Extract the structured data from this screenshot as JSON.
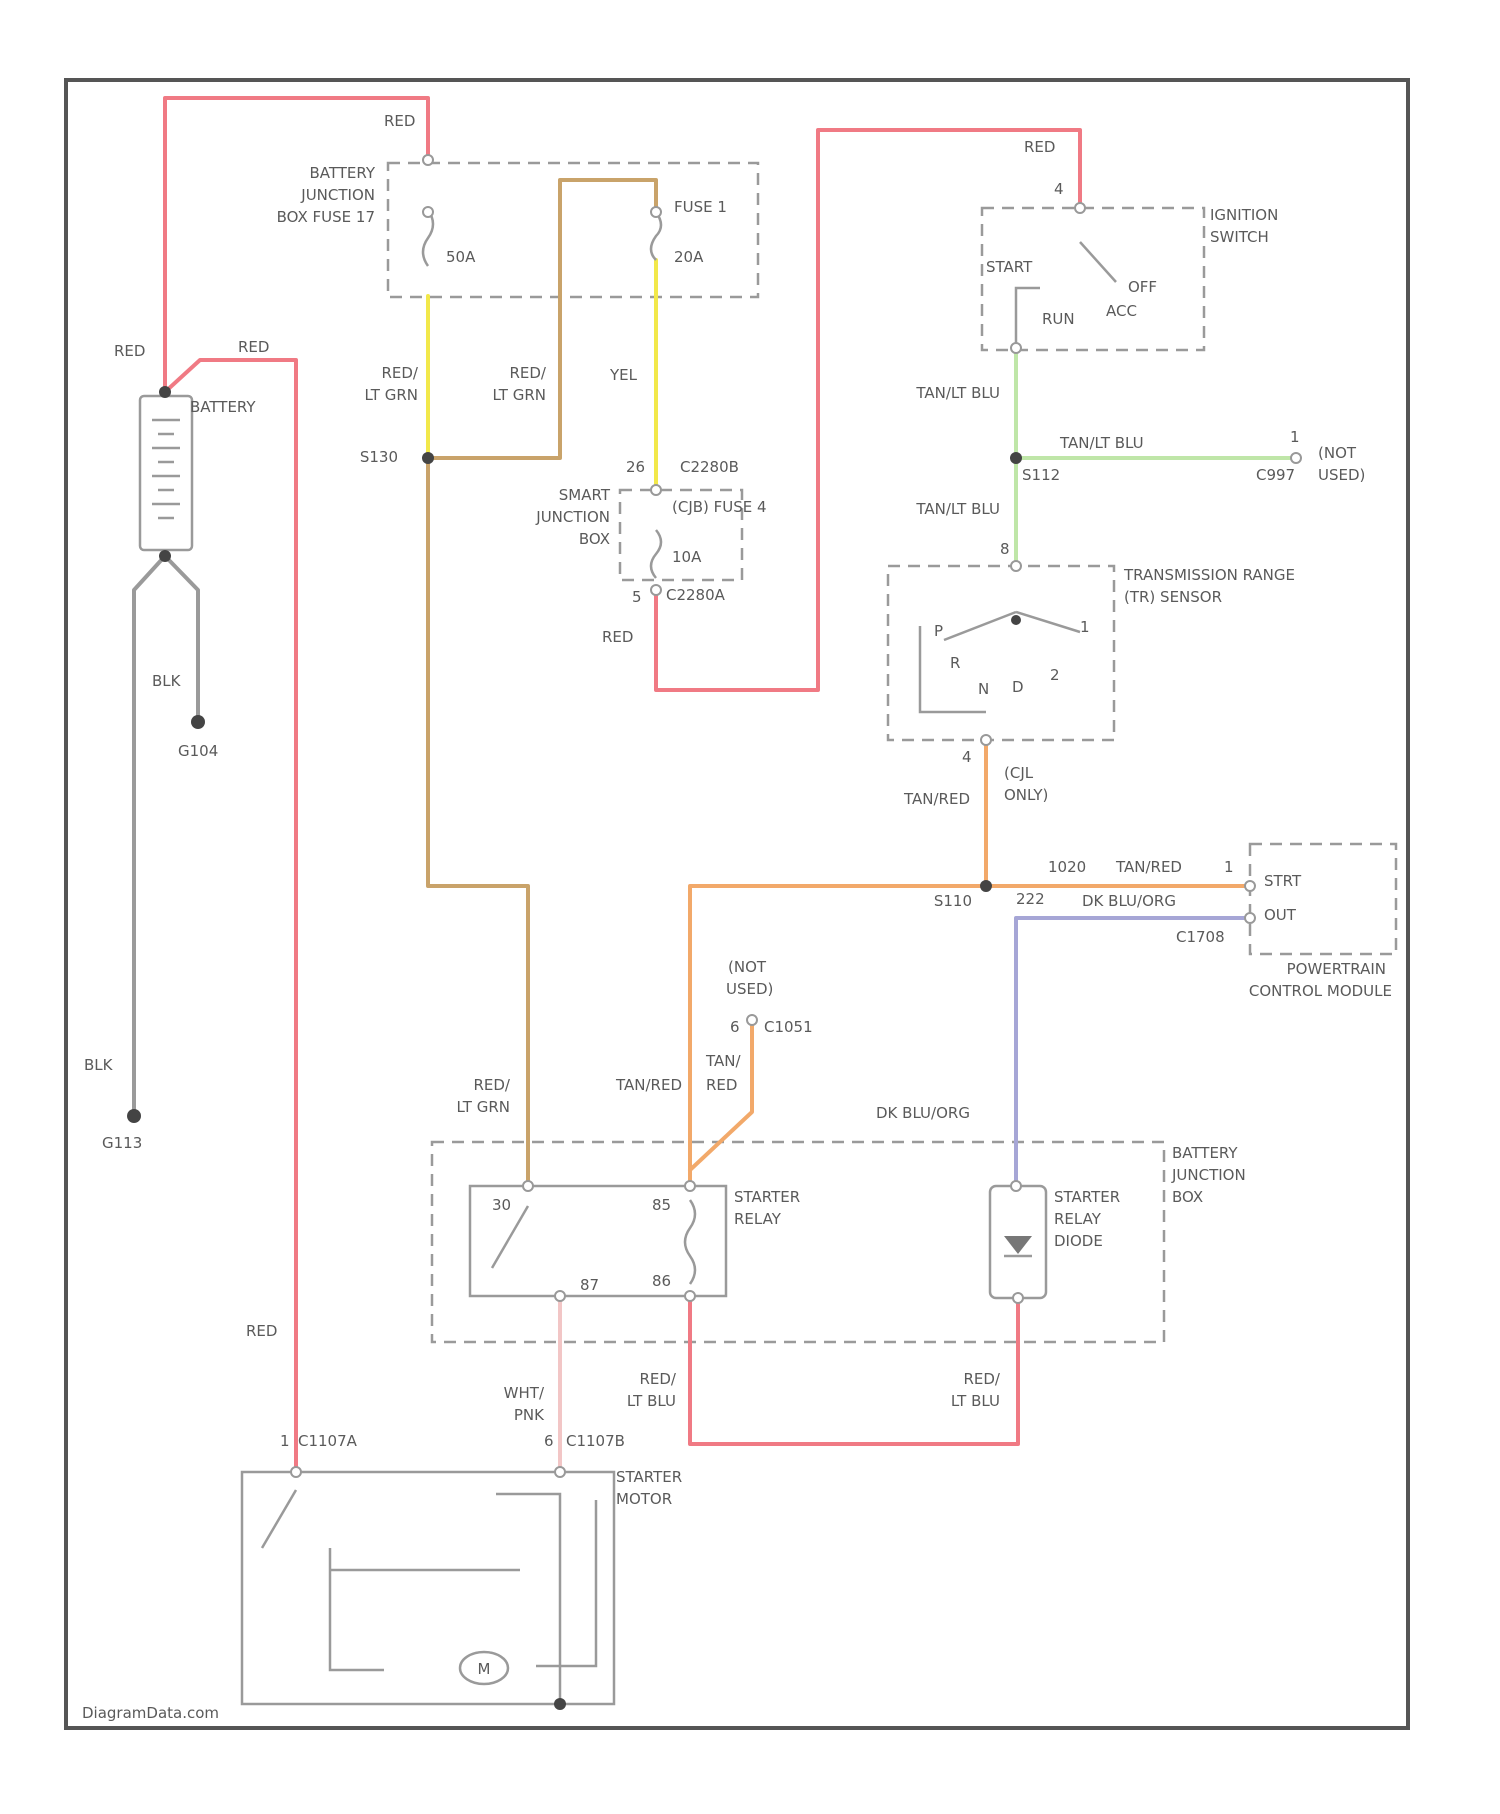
{
  "colors": {
    "red_wire": "#f07a84",
    "red_lt_grn_wire": "#c9a36a",
    "yel_wire": "#f2e84a",
    "tan_red_wire": "#f2a96a",
    "tan_lt_blu_wire": "#bfe6a8",
    "dk_blu_org_wire": "#a6a6d6",
    "ground_wire": "#9a9a9a",
    "wht_pnk_wire": "#f2c6c6"
  },
  "components": {
    "battery_junction_fuse": [
      "BATTERY",
      "JUNCTION",
      "BOX FUSE 17"
    ],
    "fuse_17_rating": "50A",
    "fuse_1_label": "FUSE 1",
    "fuse_1_rating": "20A",
    "ignition_switch": [
      "IGNITION",
      "SWITCH"
    ],
    "ign_positions": {
      "start": "START",
      "off": "OFF",
      "run": "RUN",
      "acc": "ACC"
    },
    "battery": "BATTERY",
    "smart_junction_box": [
      "SMART",
      "JUNCTION",
      "BOX"
    ],
    "cjb_fuse": "(CJB) FUSE 4",
    "cjb_fuse_rating": "10A",
    "tr_sensor": [
      "TRANSMISSION RANGE",
      "(TR) SENSOR"
    ],
    "tr_positions": [
      "P",
      "R",
      "N",
      "D",
      "2",
      "1"
    ],
    "pcm": [
      "POWERTRAIN",
      "CONTROL MODULE"
    ],
    "pcm_pins": {
      "strt": "STRT",
      "out": "OUT"
    },
    "battery_junction_box": [
      "BATTERY",
      "JUNCTION",
      "BOX"
    ],
    "starter_relay": [
      "STARTER",
      "RELAY"
    ],
    "relay_pins": [
      "30",
      "85",
      "87",
      "86"
    ],
    "starter_relay_diode": [
      "STARTER",
      "RELAY",
      "DIODE"
    ],
    "starter_motor": [
      "STARTER",
      "MOTOR"
    ],
    "motor_symbol": "M",
    "watermark": "DiagramData.com"
  },
  "wire_labels": {
    "red_top": "RED",
    "red_battery_1": "RED",
    "red_battery_2": "RED",
    "red_lt_grn_left": [
      "RED/",
      "LT GRN"
    ],
    "red_lt_grn_mid": [
      "RED/",
      "LT GRN"
    ],
    "yel": "YEL",
    "red_right_top": "RED",
    "red_cjb": "RED",
    "tan_lt_blu_1": "TAN/LT BLU",
    "tan_lt_blu_2": "TAN/LT BLU",
    "tan_lt_blu_3": "TAN/LT BLU",
    "tan_red_1": "TAN/RED",
    "tan_red_2": "TAN/RED",
    "tan_red_3": "TAN/RED",
    "tan_red_4": [
      "TAN/",
      "RED"
    ],
    "dk_blu_org_1": "DK BLU/ORG",
    "dk_blu_org_2": "DK BLU/ORG",
    "blk_1": "BLK",
    "blk_2": "BLK",
    "red_lt_grn_relay": [
      "RED/",
      "LT GRN"
    ],
    "red_lt_blu_1": [
      "RED/",
      "LT BLU"
    ],
    "red_lt_blu_2": [
      "RED/",
      "LT BLU"
    ],
    "wht_pnk": [
      "WHT/",
      "PNK"
    ],
    "red_motor": "RED",
    "cjl_only": [
      "(CJL",
      "ONLY)"
    ]
  },
  "connectors": {
    "s130": "S130",
    "c2280b": "C2280B",
    "c2280a": "C2280A",
    "s112": "S112",
    "c997": "C997",
    "s110": "S110",
    "c1708": "C1708",
    "c1051": "C1051",
    "c1107a": "C1107A",
    "c1107b": "C1107B",
    "g104": "G104",
    "g113": "G113",
    "pin_1020": "1020",
    "pin_222": "222",
    "not_used_1": [
      "(NOT",
      "USED)"
    ],
    "not_used_2": [
      "(NOT",
      "USED)"
    ]
  },
  "pins": {
    "p6": "6",
    "p4": "4",
    "p1": "1",
    "p8": "8",
    "p26": "26",
    "p5": "5",
    "p2": "2",
    "p4b": "4",
    "p1b": "1",
    "p1c": "1",
    "p6b": "6"
  }
}
